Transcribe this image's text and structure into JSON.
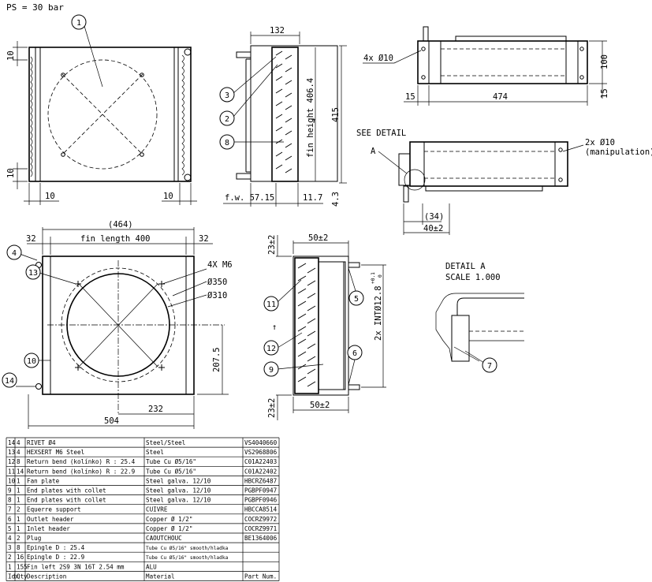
{
  "header": {
    "pressure": "PS = 30 bar"
  },
  "views": {
    "front": {
      "dims": {
        "top_offset": "10",
        "bottom_offset": "10",
        "left_margin": "10",
        "right_margin": "10"
      }
    },
    "side": {
      "dims": {
        "width": "132",
        "fin_height": "fin height 406.4",
        "height": "415",
        "fin_width": "f.w. 57.15",
        "offset": "11.7",
        "bottom_offset": "4.3"
      }
    },
    "top": {
      "dims": {
        "holes": "4x Ø10",
        "length": "474",
        "end_offset": "15",
        "height": "100",
        "side_offset": "15"
      }
    },
    "detail_view": {
      "labels": {
        "see_detail": "SEE DETAIL",
        "marker": "A",
        "manip_holes": "2x Ø10",
        "manip_note": "(manipulation)",
        "dim_34": "(34)",
        "dim_40": "40±2"
      }
    },
    "fan_view": {
      "dims": {
        "overall": "(464)",
        "fin_length": "fin length 400",
        "left_flange": "32",
        "right_flange": "32",
        "screws": "4X M6",
        "outer_dia": "Ø350",
        "inner_dia": "Ø310",
        "center_height": "207.5",
        "center_width": "232",
        "total_width": "504"
      }
    },
    "header_view": {
      "dims": {
        "top_gap": "23±2",
        "top_width": "50±2",
        "connections": "2x INTØ12.8",
        "tol_plus": "+0.1",
        "tol_zero": "0",
        "bottom_gap": "23±2",
        "bottom_width": "50±2"
      }
    },
    "detail_a": {
      "title": "DETAIL  A",
      "scale": "SCALE  1.000"
    }
  },
  "callouts": [
    "1",
    "2",
    "3",
    "4",
    "5",
    "6",
    "7",
    "8",
    "9",
    "10",
    "11",
    "12",
    "13",
    "14"
  ],
  "parts_table": {
    "headers": [
      "Idx",
      "Qty",
      "Description",
      "Material",
      "Part Num."
    ],
    "rows": [
      [
        "14",
        "4",
        "RIVET Ø4",
        "Steel/Steel",
        "VS4040660"
      ],
      [
        "13",
        "4",
        "HEXSERT M6 Steel",
        "Steel",
        "VS2968806"
      ],
      [
        "12",
        "8",
        "Return bend (kolínko) R : 25.4",
        "Tube Cu Ø5/16\"",
        "C01A22403"
      ],
      [
        "11",
        "14",
        "Return bend (kolínko) R : 22.9",
        "Tube Cu Ø5/16\"",
        "C01A22402"
      ],
      [
        "10",
        "1",
        "Fan plate",
        "Steel galva. 12/10",
        "HBCRZ6487"
      ],
      [
        "9",
        "1",
        "End plates with collet",
        "Steel galva. 12/10",
        "PGBPF0947"
      ],
      [
        "8",
        "1",
        "End plates with collet",
        "Steel galva. 12/10",
        "PGBPF0946"
      ],
      [
        "7",
        "2",
        "Equerre support",
        "CUIVRE",
        "HBCCA8514"
      ],
      [
        "6",
        "1",
        "Outlet header",
        "Copper Ø 1/2\"",
        "COCRZ9972"
      ],
      [
        "5",
        "1",
        "Inlet header",
        "Copper Ø 1/2\"",
        "COCRZ9971"
      ],
      [
        "4",
        "2",
        "Plug",
        "CAOUTCHOUC",
        "BE1364006"
      ],
      [
        "3",
        "8",
        "Epingle D : 25.4",
        "Tube Cu Ø5/16\" smooth/hladka",
        ""
      ],
      [
        "2",
        "16",
        "Epingle D : 22.9",
        "Tube Cu Ø5/16\" smooth/hladka",
        ""
      ],
      [
        "1",
        "155",
        "Fin left 2S9 3N 16T 2.54 mm",
        "ALU",
        ""
      ]
    ]
  }
}
